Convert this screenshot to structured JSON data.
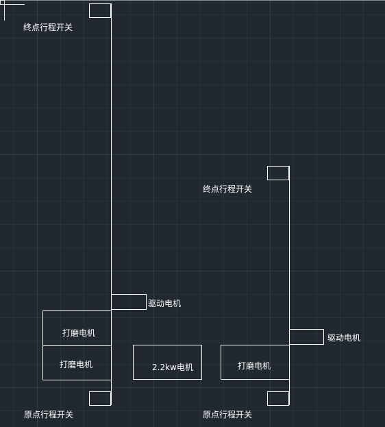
{
  "labels": {
    "end_switch": "终点行程开关",
    "origin_switch": "原点行程开关",
    "drive_motor": "驱动电机",
    "grinding_motor": "打磨电机",
    "motor_22kw": "2.2kw电机"
  }
}
